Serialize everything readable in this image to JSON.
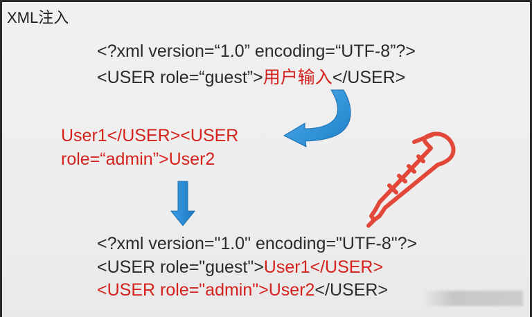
{
  "slide": {
    "title": "XML注入",
    "template": {
      "line1": "<?xml version=“1.0” encoding=“UTF-8”?>",
      "line2_prefix": "<USER role=“guest”>",
      "line2_user_input": "用户输入",
      "line2_suffix": "</USER>"
    },
    "payload": {
      "line1": "User1</USER><USER",
      "line2": "role=“admin”>User2"
    },
    "result": {
      "line1": "<?xml version=\"1.0\"  encoding=\"UTF-8\"?>",
      "line2_prefix": "<USER role=\"guest\">",
      "line2_injected": "User1</USER>",
      "line3_injected": "<USER role=\"admin\">User2",
      "line3_suffix": "</USER>"
    }
  },
  "colors": {
    "text": "#2b2b2b",
    "highlight": "#d4221c",
    "arrow": "#2a8fd6",
    "syringe": "#e2473a"
  },
  "icons": [
    "curved-arrow-icon",
    "down-arrow-icon",
    "syringe-icon"
  ]
}
